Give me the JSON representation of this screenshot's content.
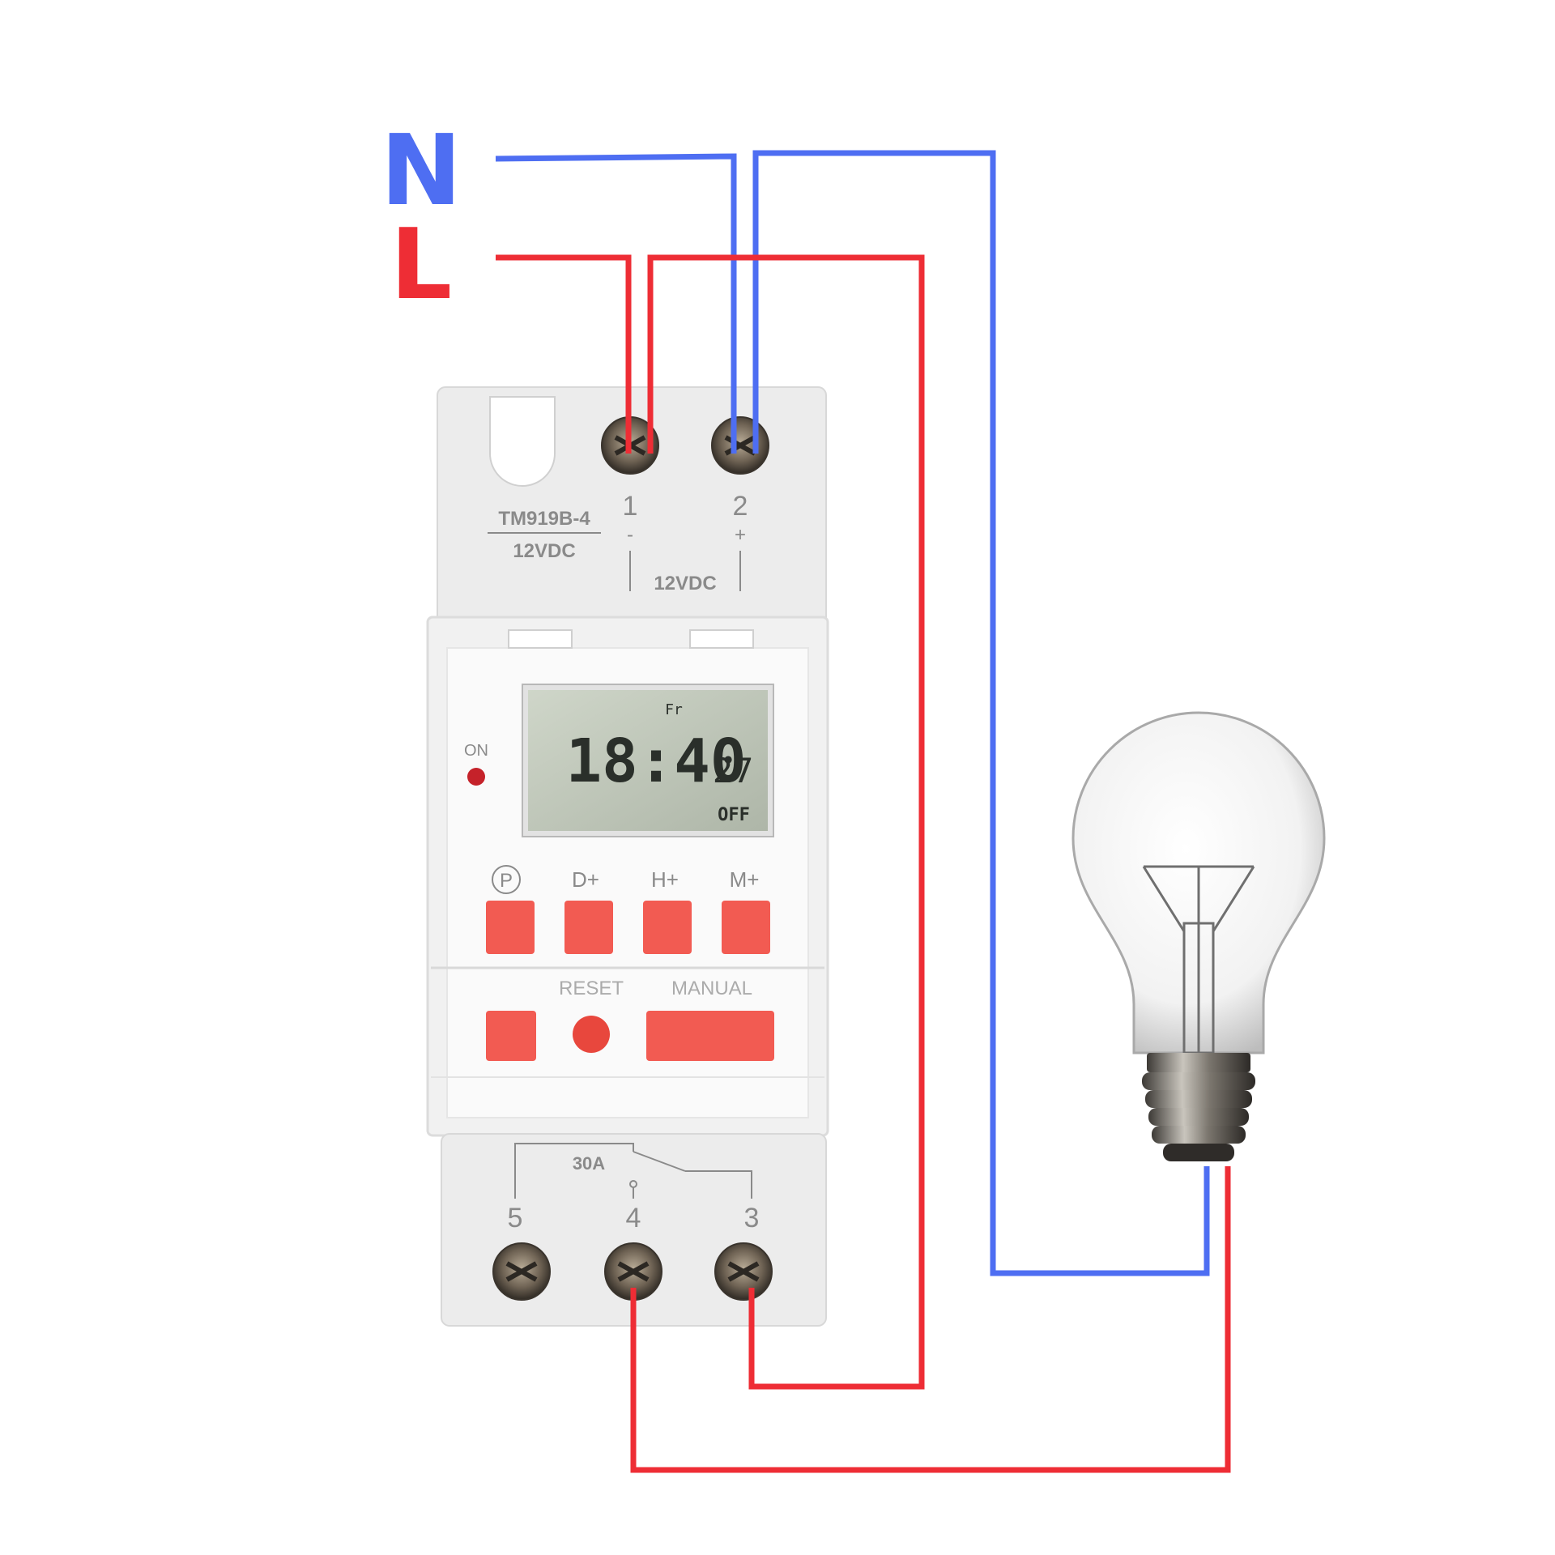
{
  "labels": {
    "neutral": "N",
    "live": "L"
  },
  "device": {
    "model": "TM919B-4",
    "voltage_rating": "12VDC",
    "supply_label": "12VDC",
    "terminal_1": "1",
    "terminal_1_polarity": "-",
    "terminal_2": "2",
    "terminal_2_polarity": "+",
    "terminal_3": "3",
    "terminal_4": "4",
    "terminal_5": "5",
    "relay_rating": "30A",
    "on_indicator": "ON",
    "buttons": {
      "program": "P",
      "day": "D+",
      "hour": "H+",
      "minute": "M+",
      "reset": "RESET",
      "manual": "MANUAL"
    },
    "lcd": {
      "day": "Fr",
      "time": "18:40",
      "seconds": "27",
      "state": "OFF"
    }
  },
  "colors": {
    "neutral_wire": "#4e6ef2",
    "live_wire": "#ee2d35",
    "button_red": "#f25b52",
    "lcd_bg": "#c8cfc2",
    "housing": "#ececec"
  },
  "icons": {
    "lamp": "light-bulb-icon",
    "screw": "screw-terminal-icon"
  }
}
